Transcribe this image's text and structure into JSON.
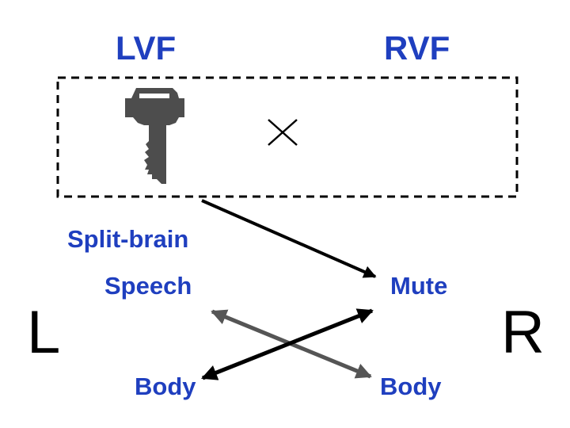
{
  "visual_fields": {
    "left": "LVF",
    "right": "RVF"
  },
  "condition": "Split-brain",
  "hemispheres": {
    "left": "L",
    "right": "R"
  },
  "left_hemisphere": {
    "speech": "Speech",
    "body": "Body"
  },
  "right_hemisphere": {
    "mute": "Mute",
    "body": "Body"
  },
  "stimulus": {
    "icon": "key-icon",
    "fixation": "cross-mark"
  },
  "colors": {
    "labels": "#1f3fbf",
    "key": "#4d4d4d",
    "arrow_dark": "#000000",
    "arrow_grey": "#555555"
  }
}
